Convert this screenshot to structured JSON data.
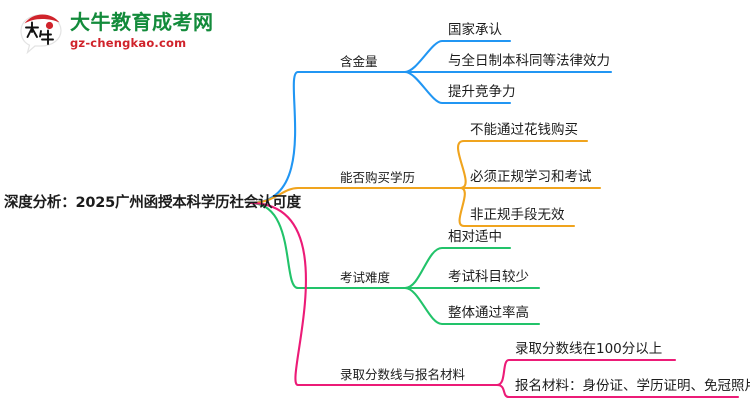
{
  "logo": {
    "mark_text": "大牛",
    "title": "大牛教育成考网",
    "subtitle": "gz-chengkao.com",
    "title_color": "#138b3b",
    "subtitle_color": "#d0232b",
    "mark_color": "#d0232b"
  },
  "mindmap": {
    "root": {
      "label": "深度分析：2025广州函授本科学历社会认可度"
    },
    "branches": [
      {
        "label": "含金量",
        "color": "#2196f3",
        "children": [
          {
            "label": "国家承认"
          },
          {
            "label": "与全日制本科同等法律效力"
          },
          {
            "label": "提升竞争力"
          }
        ]
      },
      {
        "label": "能否购买学历",
        "color": "#f0a41e",
        "children": [
          {
            "label": "不能通过花钱购买"
          },
          {
            "label": "必须正规学习和考试"
          },
          {
            "label": "非正规手段无效"
          }
        ]
      },
      {
        "label": "考试难度",
        "color": "#22c36a",
        "children": [
          {
            "label": "相对适中"
          },
          {
            "label": "考试科目较少"
          },
          {
            "label": "整体通过率高"
          }
        ]
      },
      {
        "label": "录取分数线与报名材料",
        "color": "#ec1b77",
        "children": [
          {
            "label": "录取分数线在100分以上"
          },
          {
            "label": "报名材料：身份证、学历证明、免冠照片"
          }
        ]
      }
    ]
  }
}
